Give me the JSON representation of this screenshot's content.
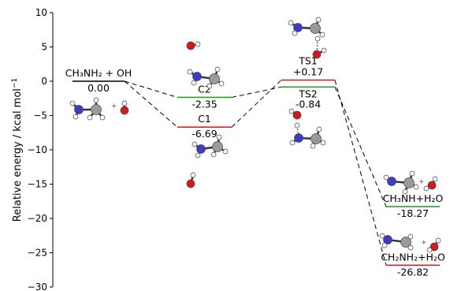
{
  "chart_data": {
    "type": "energy_profile",
    "ylabel_main": "Relative energy / kcal mol",
    "ylabel_sup": "−1",
    "ylim": [
      -30,
      10
    ],
    "yticks": [
      10,
      5,
      0,
      -5,
      -10,
      -15,
      -20,
      -25,
      -30
    ],
    "ytick_labels": [
      "10",
      "5",
      "0",
      "−5",
      "−10",
      "−15",
      "−20",
      "−25",
      "−30"
    ],
    "levels": [
      {
        "id": "reactants",
        "label": "CH₃NH₂ + OH",
        "value_label": "0.00",
        "energy": 0.0,
        "color": "#000000"
      },
      {
        "id": "c2",
        "label": "C2",
        "value_label": "-2.35",
        "energy": -2.35,
        "color": "#2ca02c"
      },
      {
        "id": "c1",
        "label": "C1",
        "value_label": "-6.69",
        "energy": -6.69,
        "color": "#d62728"
      },
      {
        "id": "ts1",
        "label": "TS1",
        "value_label": "+0.17",
        "energy": 0.17,
        "color": "#d62728"
      },
      {
        "id": "ts2",
        "label": "TS2",
        "value_label": "-0.84",
        "energy": -0.84,
        "color": "#2ca02c"
      },
      {
        "id": "p1",
        "label": "CH₃NH+H₂O",
        "value_label": "-18.27",
        "energy": -18.27,
        "color": "#2ca02c"
      },
      {
        "id": "p2",
        "label": "CH₂NH₂+H₂O",
        "value_label": "-26.82",
        "energy": -26.82,
        "color": "#d62728"
      }
    ],
    "connections": [
      [
        "reactants",
        "c2"
      ],
      [
        "reactants",
        "c1"
      ],
      [
        "c2",
        "ts2"
      ],
      [
        "c1",
        "ts1"
      ],
      [
        "ts2",
        "p1"
      ],
      [
        "ts1",
        "p2"
      ]
    ],
    "colors": {
      "carbon": "#9a9a9a",
      "nitrogen": "#3b3bc8",
      "oxygen": "#d21a1a",
      "hydrogen": "#ffffff"
    }
  }
}
